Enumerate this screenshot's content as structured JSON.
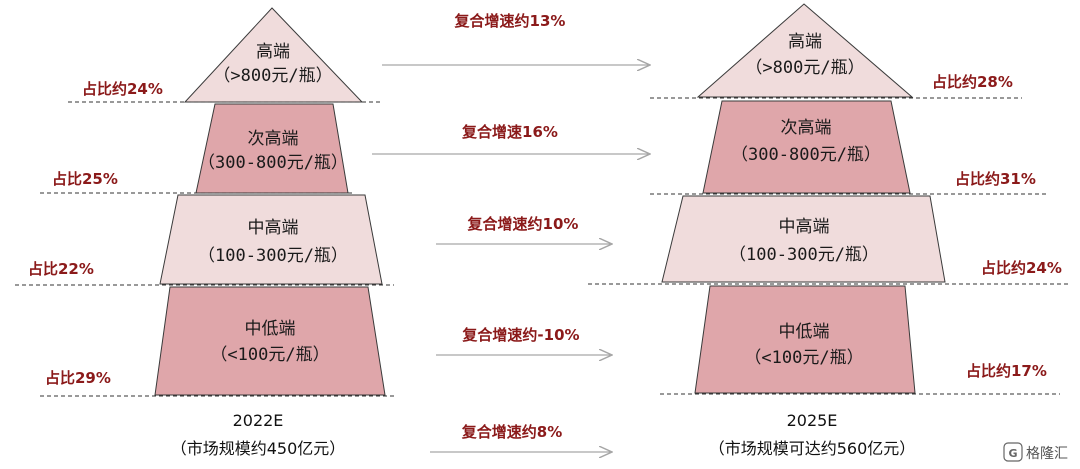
{
  "colors": {
    "light_fill": "#f0dcdc",
    "mid_fill": "#dfa6aa",
    "outline": "#3a3a3a",
    "accent_text": "#8b1a1a",
    "arrow": "#a6a6a6"
  },
  "left": {
    "year": "2022E",
    "market": "（市场规模约450亿元）",
    "tiers": [
      {
        "name": "高端",
        "price": "（>800元/瓶）",
        "share": "占比约24%"
      },
      {
        "name": "次高端",
        "price": "（300-800元/瓶）",
        "share": "占比25%"
      },
      {
        "name": "中高端",
        "price": "（100-300元/瓶）",
        "share": "占比22%"
      },
      {
        "name": "中低端",
        "price": "（<100元/瓶）",
        "share": "占比29%"
      }
    ]
  },
  "right": {
    "year": "2025E",
    "market": "（市场规模可达约560亿元）",
    "tiers": [
      {
        "name": "高端",
        "price": "（>800元/瓶）",
        "share": "占比约28%"
      },
      {
        "name": "次高端",
        "price": "（300-800元/瓶）",
        "share": "占比约31%"
      },
      {
        "name": "中高端",
        "price": "（100-300元/瓶）",
        "share": "占比约24%"
      },
      {
        "name": "中低端",
        "price": "（<100元/瓶）",
        "share": "占比约17%"
      }
    ]
  },
  "growth": [
    "复合增速约13%",
    "复合增速16%",
    "复合增速约10%",
    "复合增速约-10%",
    "复合增速约8%"
  ],
  "watermark": "格隆汇"
}
